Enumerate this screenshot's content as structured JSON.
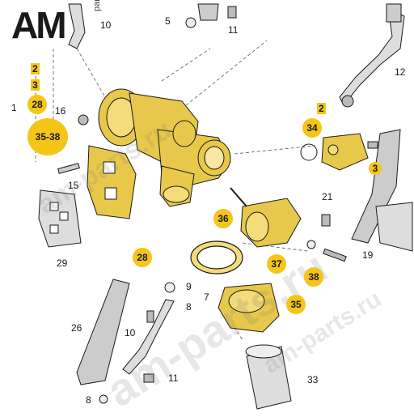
{
  "logo": {
    "text": "AM",
    "sub": "parts.ru"
  },
  "watermarks": [
    "am-parts.ru",
    "am-parts.ru",
    "am-parts.ru"
  ],
  "callouts": {
    "c5": "5",
    "c11a": "11",
    "c10a": "10",
    "c12": "12",
    "c16": "16",
    "c15": "15",
    "c29": "29",
    "c21": "21",
    "c19": "19",
    "c9": "9",
    "c8a": "8",
    "c7": "7",
    "c26": "26",
    "c10b": "10",
    "c11b": "11",
    "c8b": "8",
    "c33": "33",
    "c1": "1"
  },
  "highlights": {
    "h2a": "2",
    "h3a": "3",
    "h28a": "28",
    "h3538": "35-38",
    "h2b": "2",
    "h34": "34",
    "h3b": "3",
    "h28b": "28",
    "h36": "36",
    "h37": "37",
    "h38": "38",
    "h35": "35"
  },
  "colors": {
    "badge": "#f5c518",
    "part": "#e8c84a",
    "line": "#1a1a1a"
  }
}
